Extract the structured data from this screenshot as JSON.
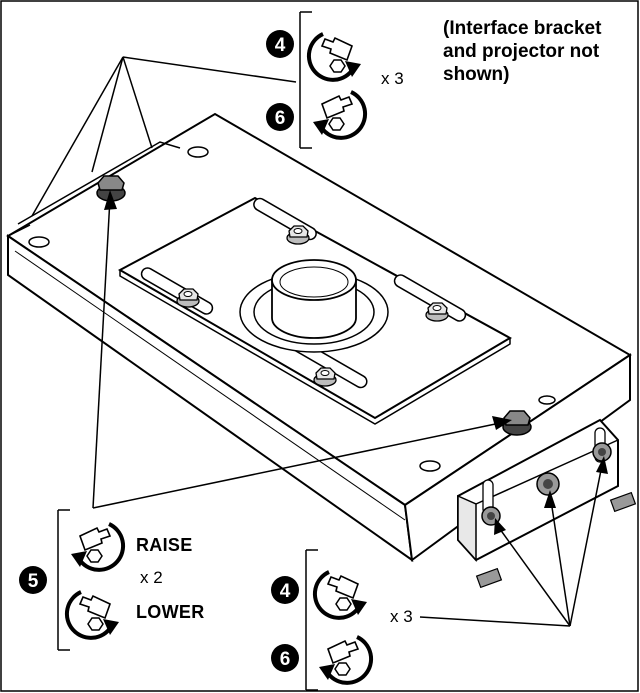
{
  "diagram": {
    "note_lines": [
      "(Interface bracket",
      "and projector not",
      "shown)"
    ],
    "steps": {
      "tighten_loosen_top": {
        "step_a": "4",
        "step_b": "6",
        "multiplier": "x 3"
      },
      "raise_lower": {
        "step": "5",
        "raise_label": "RAISE",
        "lower_label": "LOWER",
        "multiplier": "x 2"
      },
      "tighten_loosen_bottom": {
        "step_a": "4",
        "step_b": "6",
        "multiplier": "x 3"
      }
    },
    "colors": {
      "ink": "#000000",
      "paper": "#ffffff",
      "shade": "#d9d9d9"
    },
    "icons": [
      "wrench-rotate-ccw-icon",
      "wrench-rotate-cw-icon",
      "hex-nut-icon",
      "step-badge-icon"
    ]
  }
}
